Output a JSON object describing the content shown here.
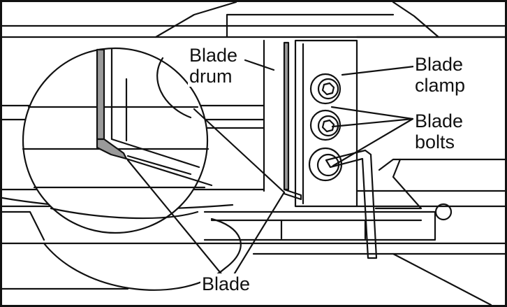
{
  "figure": {
    "callouts": {
      "blade_drum": "Blade\ndrum",
      "blade_clamp": "Blade\nclamp",
      "blade_bolts": "Blade\nbolts",
      "blade": "Blade"
    },
    "colors": {
      "ink": "#111111",
      "blade_fill": "#9a9a9a",
      "background": "#ffffff"
    },
    "parts": {
      "bolt_heads": [
        "hex-socket-bolt",
        "hex-socket-bolt",
        "hex-socket-bolt"
      ],
      "tool": "hex-key"
    }
  }
}
